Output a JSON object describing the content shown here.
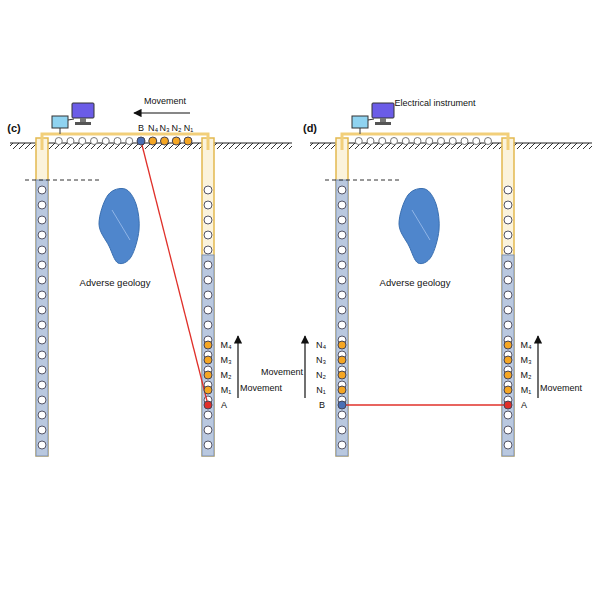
{
  "diagram": {
    "labels": [
      "(c)",
      "Movement",
      "B",
      "N₄",
      "N₃",
      "N₂",
      "N₁",
      "Adverse geology",
      "M₄",
      "M₃",
      "M₂",
      "M₁",
      "A",
      "Movement",
      "(d)",
      "Electrical instrument",
      "Adverse geology",
      "N₄",
      "N₃",
      "N₂",
      "N₁",
      "B",
      "Movement",
      "M₄",
      "M₃",
      "M₂",
      "M₁",
      "A",
      "Movement"
    ]
  }
}
